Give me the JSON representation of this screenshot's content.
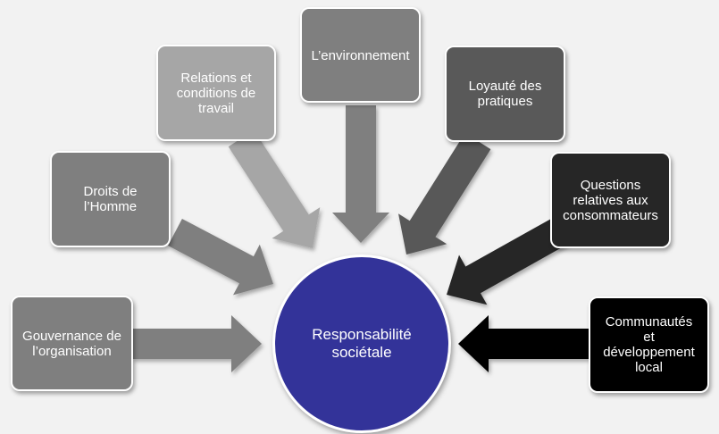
{
  "center": {
    "label": "Responsabilité\nsociétale",
    "color": "#333399"
  },
  "boxes": [
    {
      "label": "Gouvernance de\nl’organisation",
      "color": "#7f7f7f"
    },
    {
      "label": "Droits de\nl’Homme",
      "color": "#7f7f7f"
    },
    {
      "label": "Relations et\nconditions de\ntravail",
      "color": "#a6a6a6"
    },
    {
      "label": "L’environnement",
      "color": "#7f7f7f"
    },
    {
      "label": "Loyauté des\npratiques",
      "color": "#595959"
    },
    {
      "label": "Questions\nrelatives aux\nconsommateurs",
      "color": "#262626"
    },
    {
      "label": "Communautés\net\ndéveloppement\nlocal",
      "color": "#000000"
    }
  ]
}
